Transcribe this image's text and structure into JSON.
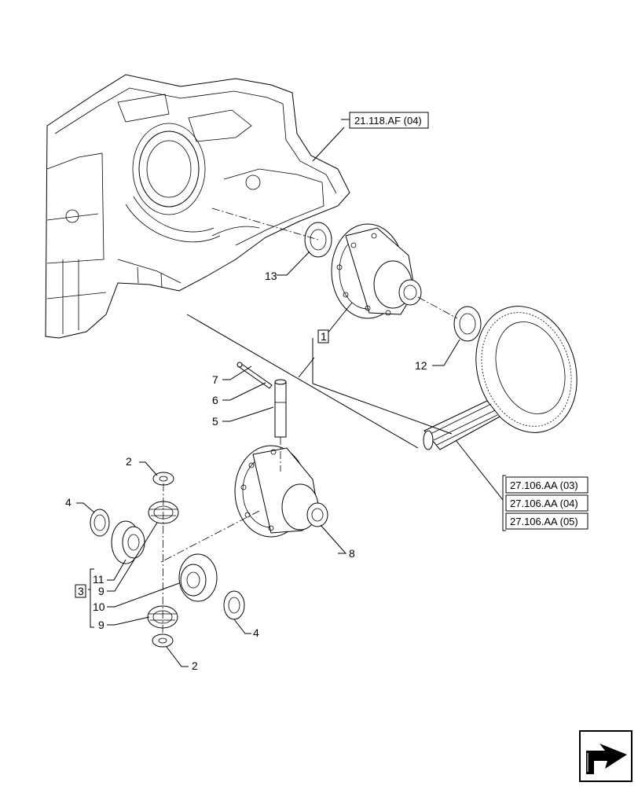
{
  "callouts": {
    "c2a": "2",
    "c2b": "2",
    "c3": "3",
    "c4a": "4",
    "c4b": "4",
    "c5": "5",
    "c6": "6",
    "c7": "7",
    "c8": "8",
    "c9a": "9",
    "c9b": "9",
    "c10": "10",
    "c11": "11",
    "c12": "12",
    "c13": "13",
    "c1": "1"
  },
  "references": {
    "housing": "21.118.AF (04)",
    "gear_a": "27.106.AA (03)",
    "gear_b": "27.106.AA (04)",
    "gear_c": "27.106.AA (05)"
  },
  "nav_icon": "exit-arrow-icon"
}
